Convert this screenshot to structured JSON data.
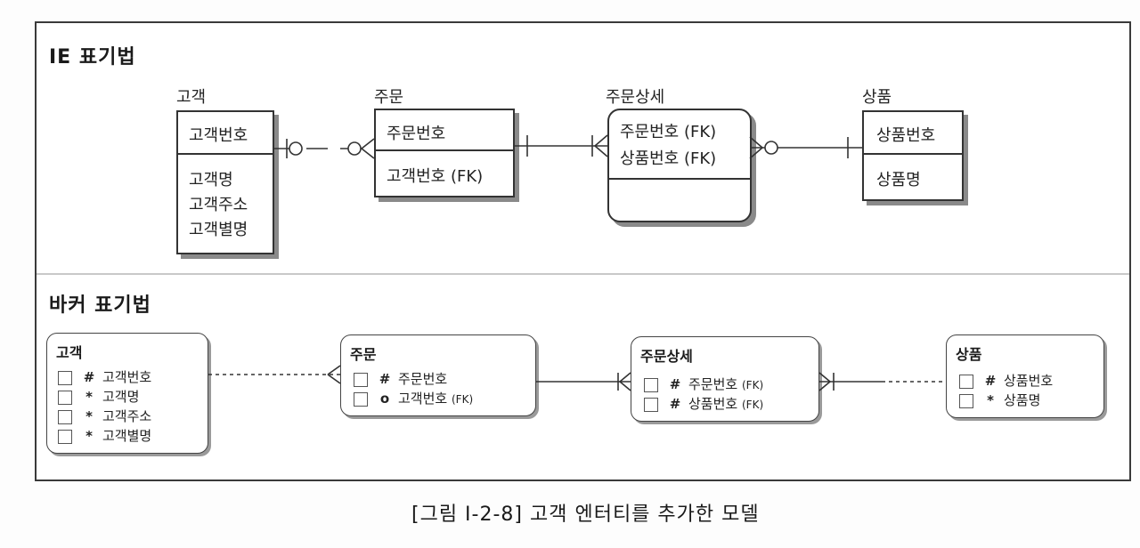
{
  "ie": {
    "title": "IE 표기법",
    "customer": {
      "name": "고객",
      "key": "고객번호",
      "attrs": [
        "고객명",
        "고객주소",
        "고객별명"
      ]
    },
    "order": {
      "name": "주문",
      "key": "주문번호",
      "attrs": [
        "고객번호 (FK)"
      ]
    },
    "order_detail": {
      "name": "주문상세",
      "keys": [
        "주문번호 (FK)",
        "상품번호 (FK)"
      ]
    },
    "product": {
      "name": "상품",
      "key": "상품번호",
      "attrs": [
        "상품명"
      ]
    }
  },
  "barker": {
    "title": "바커 표기법",
    "customer": {
      "name": "고객",
      "rows": [
        {
          "sym": "#",
          "label": "고객번호"
        },
        {
          "sym": "*",
          "label": "고객명"
        },
        {
          "sym": "*",
          "label": "고객주소"
        },
        {
          "sym": "*",
          "label": "고객별명"
        }
      ]
    },
    "order": {
      "name": "주문",
      "rows": [
        {
          "sym": "#",
          "label": "주문번호",
          "fk": ""
        },
        {
          "sym": "o",
          "label": "고객번호",
          "fk": "(FK)"
        }
      ]
    },
    "order_detail": {
      "name": "주문상세",
      "rows": [
        {
          "sym": "#",
          "label": "주문번호",
          "fk": "(FK)"
        },
        {
          "sym": "#",
          "label": "상품번호",
          "fk": "(FK)"
        }
      ]
    },
    "product": {
      "name": "상품",
      "rows": [
        {
          "sym": "#",
          "label": "상품번호"
        },
        {
          "sym": "*",
          "label": "상품명"
        }
      ]
    }
  },
  "caption": "[그림 Ⅰ-2-8] 고객 엔터티를 추가한 모델"
}
